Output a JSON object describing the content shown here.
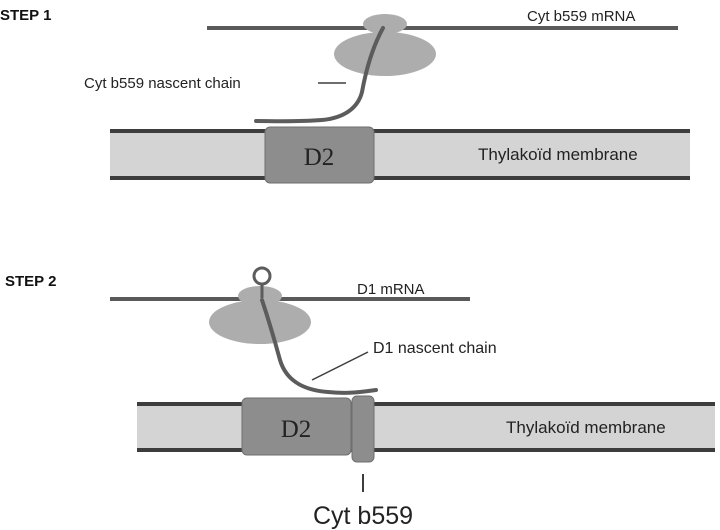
{
  "colors": {
    "line": "#5a5a5a",
    "membrane_fill": "#d4d4d4",
    "membrane_edge": "#3d3d3d",
    "protein": "#8d8d8d",
    "protein_edge": "#6e6e6e",
    "ribosome": "#adadad",
    "chain": "#5c5c5c",
    "text": "#222222"
  },
  "step1": {
    "label": "STEP 1",
    "mrna_label": "Cyt b559 mRNA",
    "nascent_label": "Cyt b559 nascent chain",
    "protein_label": "D2",
    "membrane_label": "Thylakoïd membrane"
  },
  "step2": {
    "label": "STEP 2",
    "mrna_label": "D1 mRNA",
    "nascent_label": "D1 nascent chain",
    "protein_label": "D2",
    "membrane_label": "Thylakoïd membrane",
    "cyt_label": "Cyt b559"
  }
}
